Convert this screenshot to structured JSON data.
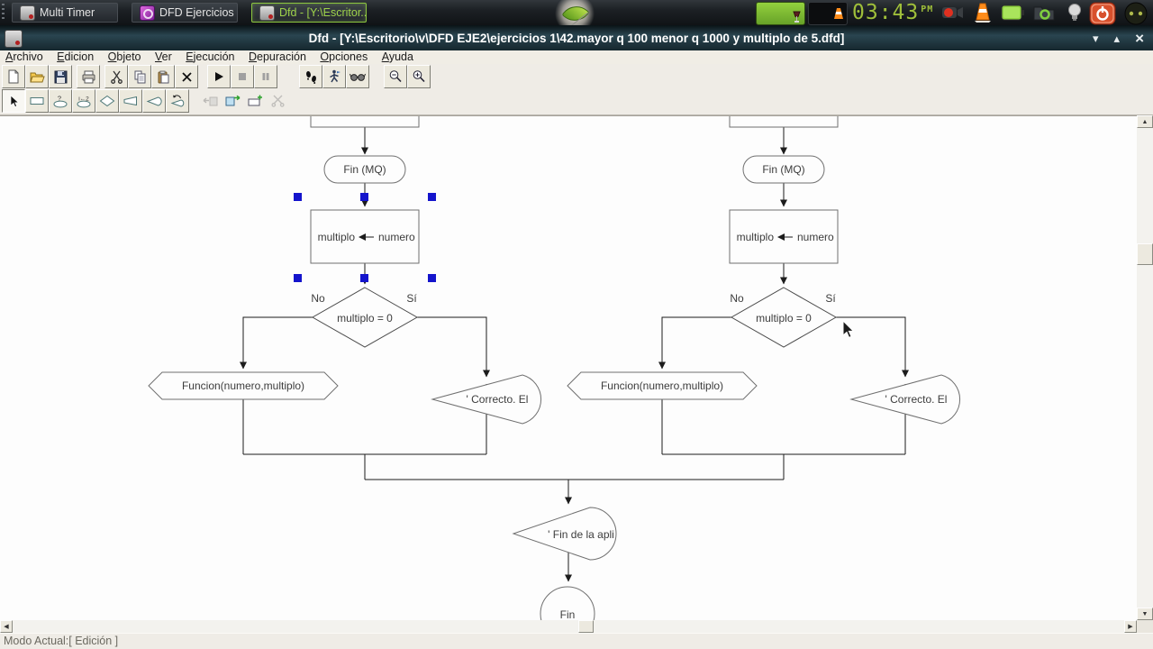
{
  "taskbar": {
    "windows": [
      {
        "label": "Multi Timer",
        "icon": "timer-app-icon",
        "active": false
      },
      {
        "label": "DFD Ejercicios",
        "icon": "dfd-ejercicios-icon",
        "active": false
      },
      {
        "label": "Dfd - [Y:\\Escritor...",
        "icon": "dfd-app-icon",
        "active": true
      }
    ],
    "clock": {
      "time": "03:43",
      "meridiem": "PM"
    },
    "tray_icons": [
      "window-preview-green",
      "window-preview-vlc",
      "screen-recorder-icon",
      "vlc-icon",
      "battery-icon",
      "file-manager-icon",
      "brightness-icon",
      "power-icon",
      "eyes-icon"
    ]
  },
  "window": {
    "title": "Dfd - [Y:\\Escritorio\\v\\DFD EJE2\\ejercicios 1\\42.mayor q 100 menor q 1000 y multiplo de 5.dfd]",
    "controls": {
      "minimize": "▾",
      "maximize": "▴",
      "close": "×"
    }
  },
  "menubar": {
    "items": [
      "Archivo",
      "Edicion",
      "Objeto",
      "Ver",
      "Ejecución",
      "Depuración",
      "Opciones",
      "Ayuda"
    ]
  },
  "toolbar_main_icons": [
    "new",
    "open",
    "save",
    "print",
    "cut",
    "copy",
    "paste",
    "delete",
    "run",
    "stop",
    "pause",
    "step",
    "debug-run",
    "watch",
    "zoom-out",
    "zoom-in"
  ],
  "toolbar_shape_icons": [
    "select",
    "assign-shape",
    "read-shape",
    "counter-shape",
    "decision-shape",
    "output-shape",
    "print-shape",
    "cycle-shape",
    "paste-before",
    "paste-after",
    "insert-shape",
    "cut-shape"
  ],
  "flowchart": {
    "charts": [
      {
        "fin_mq": "Fin (MQ)",
        "assign_lhs": "multiplo",
        "assign_rhs": "numero",
        "decision": "multiplo = 0",
        "branch_no": "No",
        "branch_yes": "Sí",
        "call": "Funcion(numero,multiplo)",
        "output": "' Correcto. El"
      },
      {
        "fin_mq": "Fin (MQ)",
        "assign_lhs": "multiplo",
        "assign_rhs": "numero",
        "decision": "multiplo = 0",
        "branch_no": "No",
        "branch_yes": "Sí",
        "call": "Funcion(numero,multiplo)",
        "output": "' Correcto. El"
      }
    ],
    "final_output": "' Fin de la apli",
    "end_label": "Fin"
  },
  "statusbar": {
    "text": "Modo Actual:[ Edición ]"
  },
  "colors": {
    "selection_handle": "#1414cc",
    "active_task_text": "#9ed24a",
    "clock_green": "#9fbf3a",
    "titlebar": "#2a4550"
  }
}
